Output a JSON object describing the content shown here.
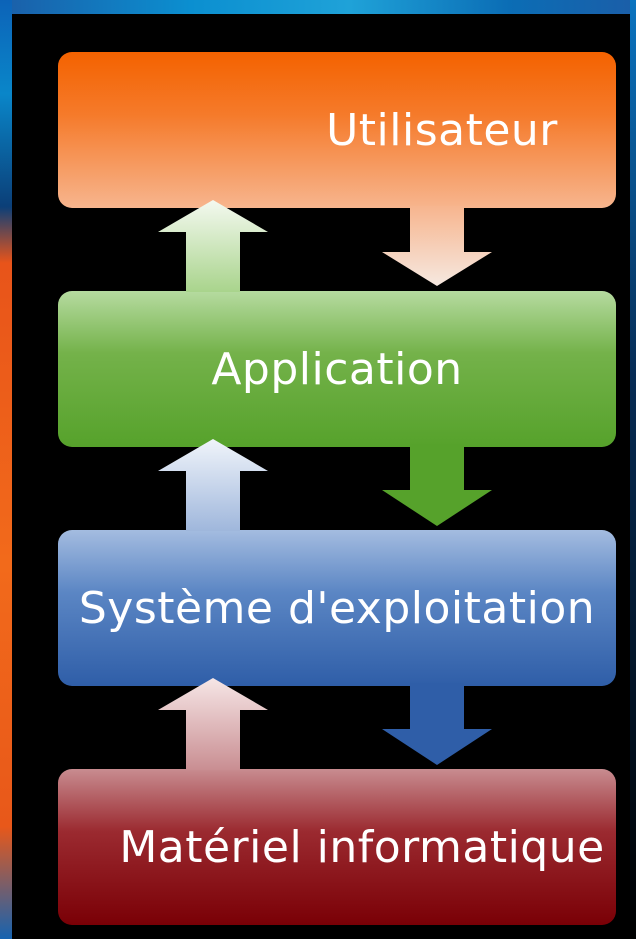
{
  "diagram": {
    "layers": [
      {
        "id": "user",
        "label": "Utilisateur",
        "color": "#f46200"
      },
      {
        "id": "application",
        "label": "Application",
        "color": "#56a22b"
      },
      {
        "id": "os",
        "label": "Système d'exploitation",
        "color": "#2f5ea8"
      },
      {
        "id": "hardware",
        "label": "Matériel informatique",
        "color": "#7a0006"
      }
    ],
    "arrows": [
      {
        "from": "user",
        "to": "application",
        "direction": "down"
      },
      {
        "from": "application",
        "to": "user",
        "direction": "up"
      },
      {
        "from": "application",
        "to": "os",
        "direction": "down"
      },
      {
        "from": "os",
        "to": "application",
        "direction": "up"
      },
      {
        "from": "os",
        "to": "hardware",
        "direction": "down"
      },
      {
        "from": "hardware",
        "to": "os",
        "direction": "up"
      }
    ]
  }
}
